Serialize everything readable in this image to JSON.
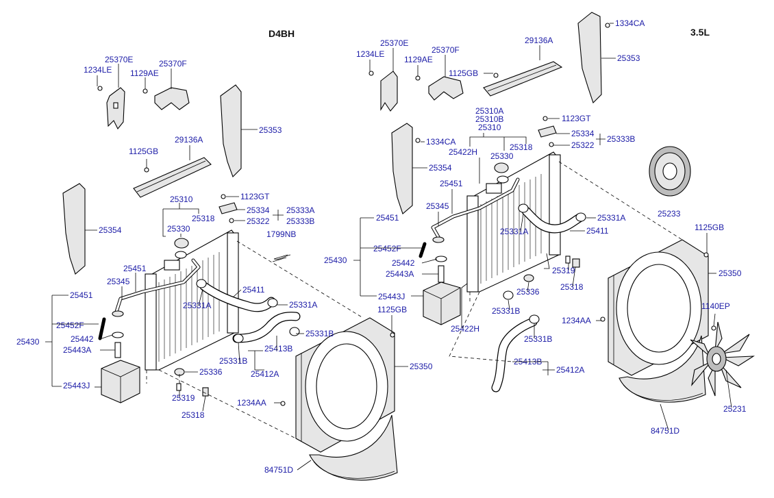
{
  "headers": {
    "left_engine": "D4BH",
    "right_engine": "3.5L"
  },
  "left_labels": {
    "l25370E": "25370E",
    "l1234LE": "1234LE",
    "l25370F": "25370F",
    "l1129AE": "1129AE",
    "l25353": "25353",
    "l1125GB": "1125GB",
    "l29136A": "29136A",
    "l25354": "25354",
    "l25310": "25310",
    "l25318_top": "25318",
    "l25330": "25330",
    "l1123GT": "1123GT",
    "l25334": "25334",
    "l25322": "25322",
    "l25333A": "25333A",
    "l25333B": "25333B",
    "l1799NB": "1799NB",
    "l25451_a": "25451",
    "l25345": "25345",
    "l25451_b": "25451",
    "l25331A_1": "25331A",
    "l25411": "25411",
    "l25331A_2": "25331A",
    "l25452F": "25452F",
    "l25442": "25442",
    "l25443A": "25443A",
    "l25430": "25430",
    "l25443J": "25443J",
    "l1125GB_b": "1125GB",
    "l25331B_1": "25331B",
    "l25413B": "25413B",
    "l25331B_2": "25331B",
    "l25412A": "25412A",
    "l25336": "25336",
    "l25350": "25350",
    "l25319": "25319",
    "l25318_bot": "25318",
    "l1234AA": "1234AA",
    "l84751D": "84751D"
  },
  "right_labels": {
    "r25370E": "25370E",
    "r1234LE": "1234LE",
    "r25370F": "25370F",
    "r1129AE": "1129AE",
    "r1125GB_top": "1125GB",
    "r29136A": "29136A",
    "r1334CA_top": "1334CA",
    "r25353": "25353",
    "r25310A": "25310A",
    "r25310B": "25310B",
    "r25310": "25310",
    "r1123GT": "1123GT",
    "r25334": "25334",
    "r25333B": "25333B",
    "r25322": "25322",
    "r1334CA": "1334CA",
    "r25422H_top": "25422H",
    "r25318_top": "25318",
    "r25330": "25330",
    "r25354": "25354",
    "r25451_a": "25451",
    "r25233": "25233",
    "r25345": "25345",
    "r25331A_1": "25331A",
    "r25451_b": "25451",
    "r25411": "25411",
    "r25331A_2": "25331A",
    "r1125GB": "1125GB",
    "r25452F": "25452F",
    "r25430": "25430",
    "r25442": "25442",
    "r25443A": "25443A",
    "r25319": "25319",
    "r25350": "25350",
    "r25318": "25318",
    "r25443J": "25443J",
    "r25336": "25336",
    "r25331B_1": "25331B",
    "r1140EP": "1140EP",
    "r1234AA": "1234AA",
    "r25422H": "25422H",
    "r25331B_2": "25331B",
    "r25413B": "25413B",
    "r25412A": "25412A",
    "r25231": "25231",
    "r84751D": "84751D"
  }
}
